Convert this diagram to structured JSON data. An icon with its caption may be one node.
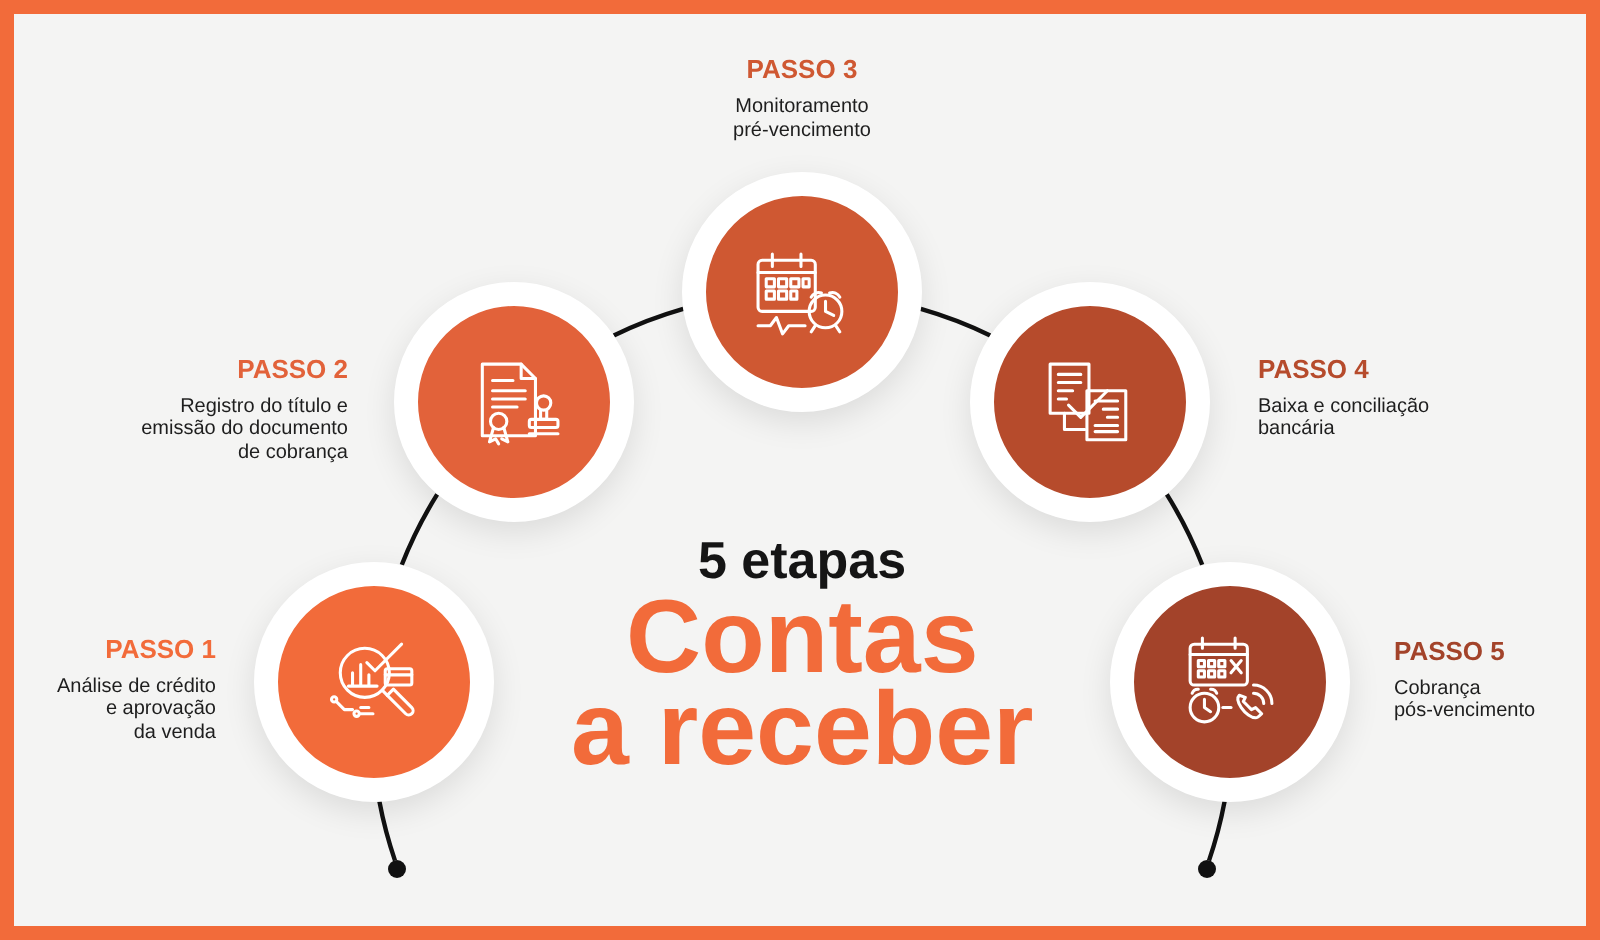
{
  "diagram": {
    "title": "Contas a receber",
    "nodes": [
      {
        "text": [
          "PASSO 1",
          "Análise de crédito e aprovação da venda"
        ]
      },
      {
        "text": [
          "PASSO 2",
          "Registro do título e emissão do documento de cobrança"
        ]
      },
      {
        "text": [
          "PASSO 3",
          "Monitoramento pré-vencimento"
        ]
      },
      {
        "text": [
          "PASSO 4",
          "Baixa e conciliação bancária"
        ]
      },
      {
        "text": [
          "PASSO 5",
          "Cobrança pós-vencimento"
        ]
      },
      {
        "text": [],
        "shape": "circle"
      },
      {
        "text": [],
        "shape": "circle"
      }
    ],
    "edges": [
      {
        "from": 5,
        "to": 0,
        "arrow": "none"
      },
      {
        "from": 0,
        "to": 1,
        "arrow": "none"
      },
      {
        "from": 1,
        "to": 2,
        "arrow": "none"
      },
      {
        "from": 2,
        "to": 3,
        "arrow": "none"
      },
      {
        "from": 3,
        "to": 4,
        "arrow": "none"
      },
      {
        "from": 4,
        "to": 6,
        "arrow": "none"
      }
    ],
    "labels": [
      "5 etapas"
    ]
  }
}
